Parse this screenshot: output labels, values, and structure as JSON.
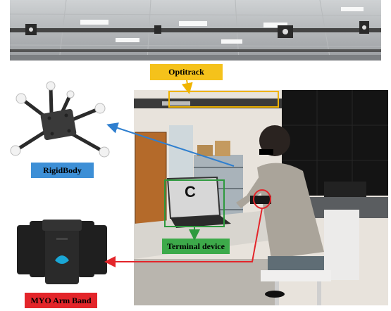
{
  "labels": {
    "optitrack": "Optitrack",
    "rigidbody": "RigidBody",
    "terminal": "Terminal device",
    "myo": "MYO Arm Band"
  },
  "screen_letter": "C",
  "colors": {
    "optitrack": "#f5c21b",
    "rigidbody": "#3d8fd6",
    "terminal": "#3daa4a",
    "myo": "#e3252a"
  }
}
